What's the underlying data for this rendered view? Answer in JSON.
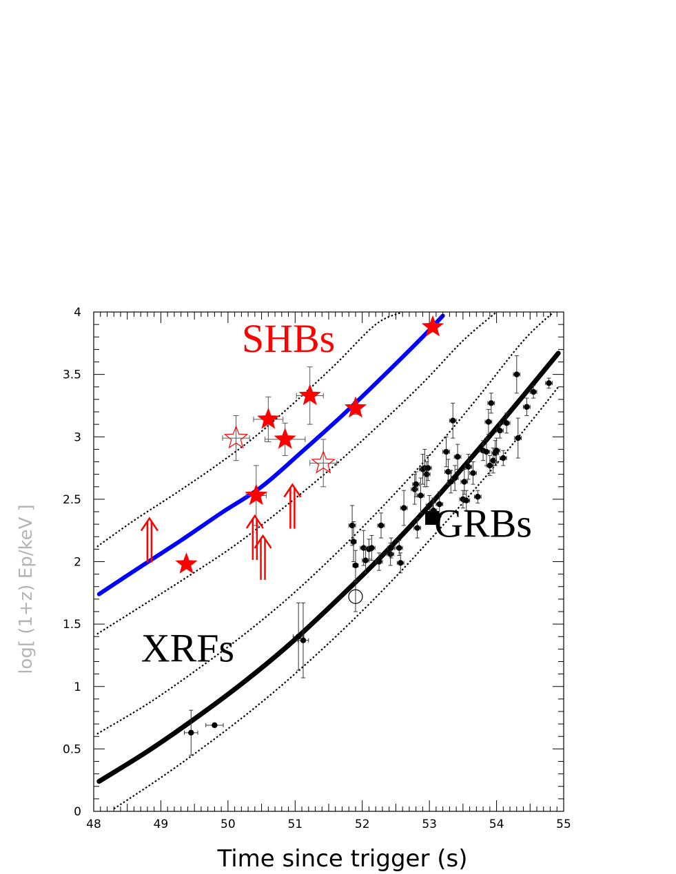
{
  "chart_data": {
    "type": "scatter",
    "title": "",
    "xlabel": "Time since trigger (s)",
    "ylabel": "log[ (1+z) Ep/keV ]",
    "xlim": [
      48,
      55
    ],
    "ylim": [
      0,
      4
    ],
    "x_ticks": [
      "48",
      "49",
      "50",
      "51",
      "52",
      "53",
      "54",
      "55"
    ],
    "y_ticks": [
      "0",
      "0.5",
      "1",
      "1.5",
      "2",
      "2.5",
      "3",
      "3.5",
      "4"
    ],
    "grid": false,
    "legend": "none",
    "colors": {
      "shb": "#ff0000",
      "shb_fit": "#0000ff",
      "grb": "#000000",
      "band": "#000000"
    },
    "annotations": [
      {
        "text": "SHBs",
        "x": 50.9,
        "y": 3.68,
        "color": "#ff0000"
      },
      {
        "text": "GRBs",
        "x": 53.8,
        "y": 2.2,
        "color": "#000000"
      },
      {
        "text": "XRFs",
        "x": 49.4,
        "y": 1.2,
        "color": "#000000"
      }
    ],
    "lines": [
      {
        "role": "shb_fit",
        "style": "solid",
        "color": "#0000ff",
        "x": [
          48.08,
          48.7,
          49.3,
          49.9,
          50.5,
          51.1,
          51.7,
          52.3,
          52.9,
          53.2
        ],
        "y": [
          1.74,
          1.96,
          2.17,
          2.39,
          2.6,
          2.88,
          3.17,
          3.48,
          3.8,
          3.97
        ]
      },
      {
        "role": "shb_band_upper",
        "style": "dotted",
        "color": "#000000",
        "x": [
          48.05,
          48.6,
          49.2,
          49.8,
          50.4,
          51.0,
          51.6,
          52.2,
          52.6
        ],
        "y": [
          2.12,
          2.33,
          2.54,
          2.76,
          3.0,
          3.28,
          3.58,
          3.9,
          4.0
        ]
      },
      {
        "role": "shb_band_lower",
        "style": "dotted",
        "color": "#000000",
        "x": [
          48.05,
          48.7,
          49.4,
          50.1,
          50.8,
          51.5,
          52.2,
          52.9,
          53.5,
          54.0
        ],
        "y": [
          1.42,
          1.64,
          1.88,
          2.13,
          2.42,
          2.73,
          3.07,
          3.43,
          3.77,
          4.0
        ]
      },
      {
        "role": "grb_fit",
        "style": "solid",
        "color": "#000000",
        "x": [
          48.08,
          48.8,
          49.5,
          50.2,
          50.9,
          51.6,
          52.3,
          53.0,
          53.7,
          54.4,
          54.92
        ],
        "y": [
          0.24,
          0.48,
          0.74,
          1.02,
          1.33,
          1.68,
          2.05,
          2.45,
          2.88,
          3.33,
          3.67
        ]
      },
      {
        "role": "grb_band_upper",
        "style": "dotted",
        "color": "#000000",
        "x": [
          48.05,
          48.8,
          49.5,
          50.2,
          50.9,
          51.6,
          52.3,
          53.0,
          53.7,
          54.4,
          54.85
        ],
        "y": [
          0.62,
          0.86,
          1.12,
          1.4,
          1.71,
          2.06,
          2.44,
          2.85,
          3.3,
          3.77,
          4.0
        ]
      },
      {
        "role": "grb_band_lower",
        "style": "dotted",
        "color": "#000000",
        "x": [
          48.3,
          49.0,
          49.7,
          50.4,
          51.1,
          51.8,
          52.5,
          53.2,
          53.9,
          54.6,
          54.92
        ],
        "y": [
          0.02,
          0.27,
          0.54,
          0.83,
          1.15,
          1.5,
          1.88,
          2.29,
          2.72,
          3.18,
          3.4
        ]
      }
    ],
    "series": [
      {
        "role": "shb_filled",
        "marker": "filled-star",
        "color": "#ff0000",
        "x": [
          49.38,
          50.42,
          50.6,
          50.85,
          51.22,
          51.9,
          53.05
        ],
        "y": [
          1.98,
          2.53,
          3.14,
          2.98,
          3.33,
          3.23,
          3.88
        ],
        "yerr": [
          0,
          0.24,
          0.18,
          0.13,
          0.23,
          0.05,
          0
        ],
        "xerr": [
          0,
          0.15,
          0.22,
          0.3,
          0.2,
          0.05,
          0
        ]
      },
      {
        "role": "shb_open",
        "marker": "open-star",
        "color": "#ff0000",
        "x": [
          50.12,
          51.42
        ],
        "y": [
          2.99,
          2.79
        ],
        "yerr": [
          0.18,
          0.19
        ],
        "xerr": [
          0.2,
          0.2
        ]
      },
      {
        "role": "shb_lower_limit",
        "marker": "arrow-up",
        "color": "#ff0000",
        "x": [
          48.83,
          50.4,
          50.52,
          50.96
        ],
        "y": [
          2.27,
          2.29,
          2.13,
          2.54
        ]
      },
      {
        "role": "grb",
        "marker": "dot",
        "color": "#000000",
        "x": [
          49.45,
          49.8,
          51.05,
          51.12,
          51.85,
          51.87,
          51.9,
          52.02,
          52.05,
          52.1,
          52.14,
          52.25,
          52.28,
          52.42,
          52.43,
          52.55,
          52.57,
          52.62,
          52.78,
          52.8,
          52.82,
          52.87,
          52.9,
          52.93,
          52.96,
          52.98,
          53.0,
          53.06,
          53.15,
          53.25,
          53.28,
          53.32,
          53.35,
          53.38,
          53.42,
          53.5,
          53.52,
          53.55,
          53.58,
          53.65,
          53.72,
          53.8,
          53.85,
          53.88,
          53.9,
          53.92,
          53.95,
          53.98,
          54.0,
          54.05,
          54.1,
          54.15,
          54.3,
          54.32,
          54.45,
          54.55,
          54.78
        ],
        "y": [
          0.63,
          0.69,
          1.4,
          1.37,
          2.29,
          2.16,
          1.97,
          2.11,
          2.01,
          2.1,
          2.11,
          2.0,
          2.29,
          2.06,
          2.11,
          2.11,
          1.99,
          2.43,
          2.58,
          2.62,
          2.27,
          2.53,
          2.74,
          2.75,
          2.7,
          2.75,
          2.45,
          2.41,
          2.46,
          2.88,
          2.72,
          2.64,
          3.13,
          2.67,
          2.84,
          2.5,
          2.64,
          2.49,
          2.76,
          2.71,
          2.52,
          2.89,
          2.88,
          3.12,
          2.77,
          3.27,
          2.81,
          2.87,
          2.89,
          3.05,
          2.83,
          3.11,
          3.5,
          2.99,
          3.24,
          3.36,
          3.43
        ],
        "yerr": [
          0.18,
          0,
          0.27,
          0.3,
          0.16,
          0.16,
          0.12,
          0.14,
          0.1,
          0.08,
          0.1,
          0.07,
          0.1,
          0.09,
          0.08,
          0.06,
          0.08,
          0.14,
          0.12,
          0.1,
          0.08,
          0.14,
          0.12,
          0.15,
          0.1,
          0.1,
          0.08,
          0.1,
          0.1,
          0.12,
          0.1,
          0.09,
          0.14,
          0.1,
          0.1,
          0.07,
          0.1,
          0.08,
          0.1,
          0.09,
          0.05,
          0.08,
          0.11,
          0.1,
          0.08,
          0.08,
          0.1,
          0.1,
          0.1,
          0.06,
          0.06,
          0.08,
          0.15,
          0.16,
          0.07,
          0.05,
          0.04
        ],
        "xerr": [
          0.1,
          0.13,
          0.08,
          0.08,
          0.05,
          0.04,
          0.04,
          0.05,
          0.05,
          0.05,
          0.05,
          0.05,
          0.05,
          0.05,
          0.05,
          0.05,
          0.05,
          0.05,
          0.05,
          0.05,
          0.05,
          0.05,
          0.05,
          0.05,
          0.05,
          0.05,
          0.05,
          0.05,
          0.05,
          0.05,
          0.05,
          0.05,
          0.05,
          0.05,
          0.05,
          0.05,
          0.05,
          0.05,
          0.05,
          0.05,
          0.05,
          0.05,
          0.05,
          0.05,
          0.05,
          0.05,
          0.05,
          0.05,
          0.05,
          0.05,
          0.05,
          0.05,
          0.05,
          0.05,
          0.05,
          0.05,
          0.05
        ]
      },
      {
        "role": "grb_open_circle",
        "marker": "open-circle",
        "color": "#000000",
        "x": [
          51.9
        ],
        "y": [
          1.72
        ],
        "yerr": [
          0.12
        ],
        "xerr": [
          0
        ]
      },
      {
        "role": "grb_square",
        "marker": "filled-square",
        "color": "#000000",
        "x": [
          53.04
        ],
        "y": [
          2.35
        ],
        "yerr": [
          0
        ],
        "xerr": [
          0
        ]
      }
    ]
  }
}
